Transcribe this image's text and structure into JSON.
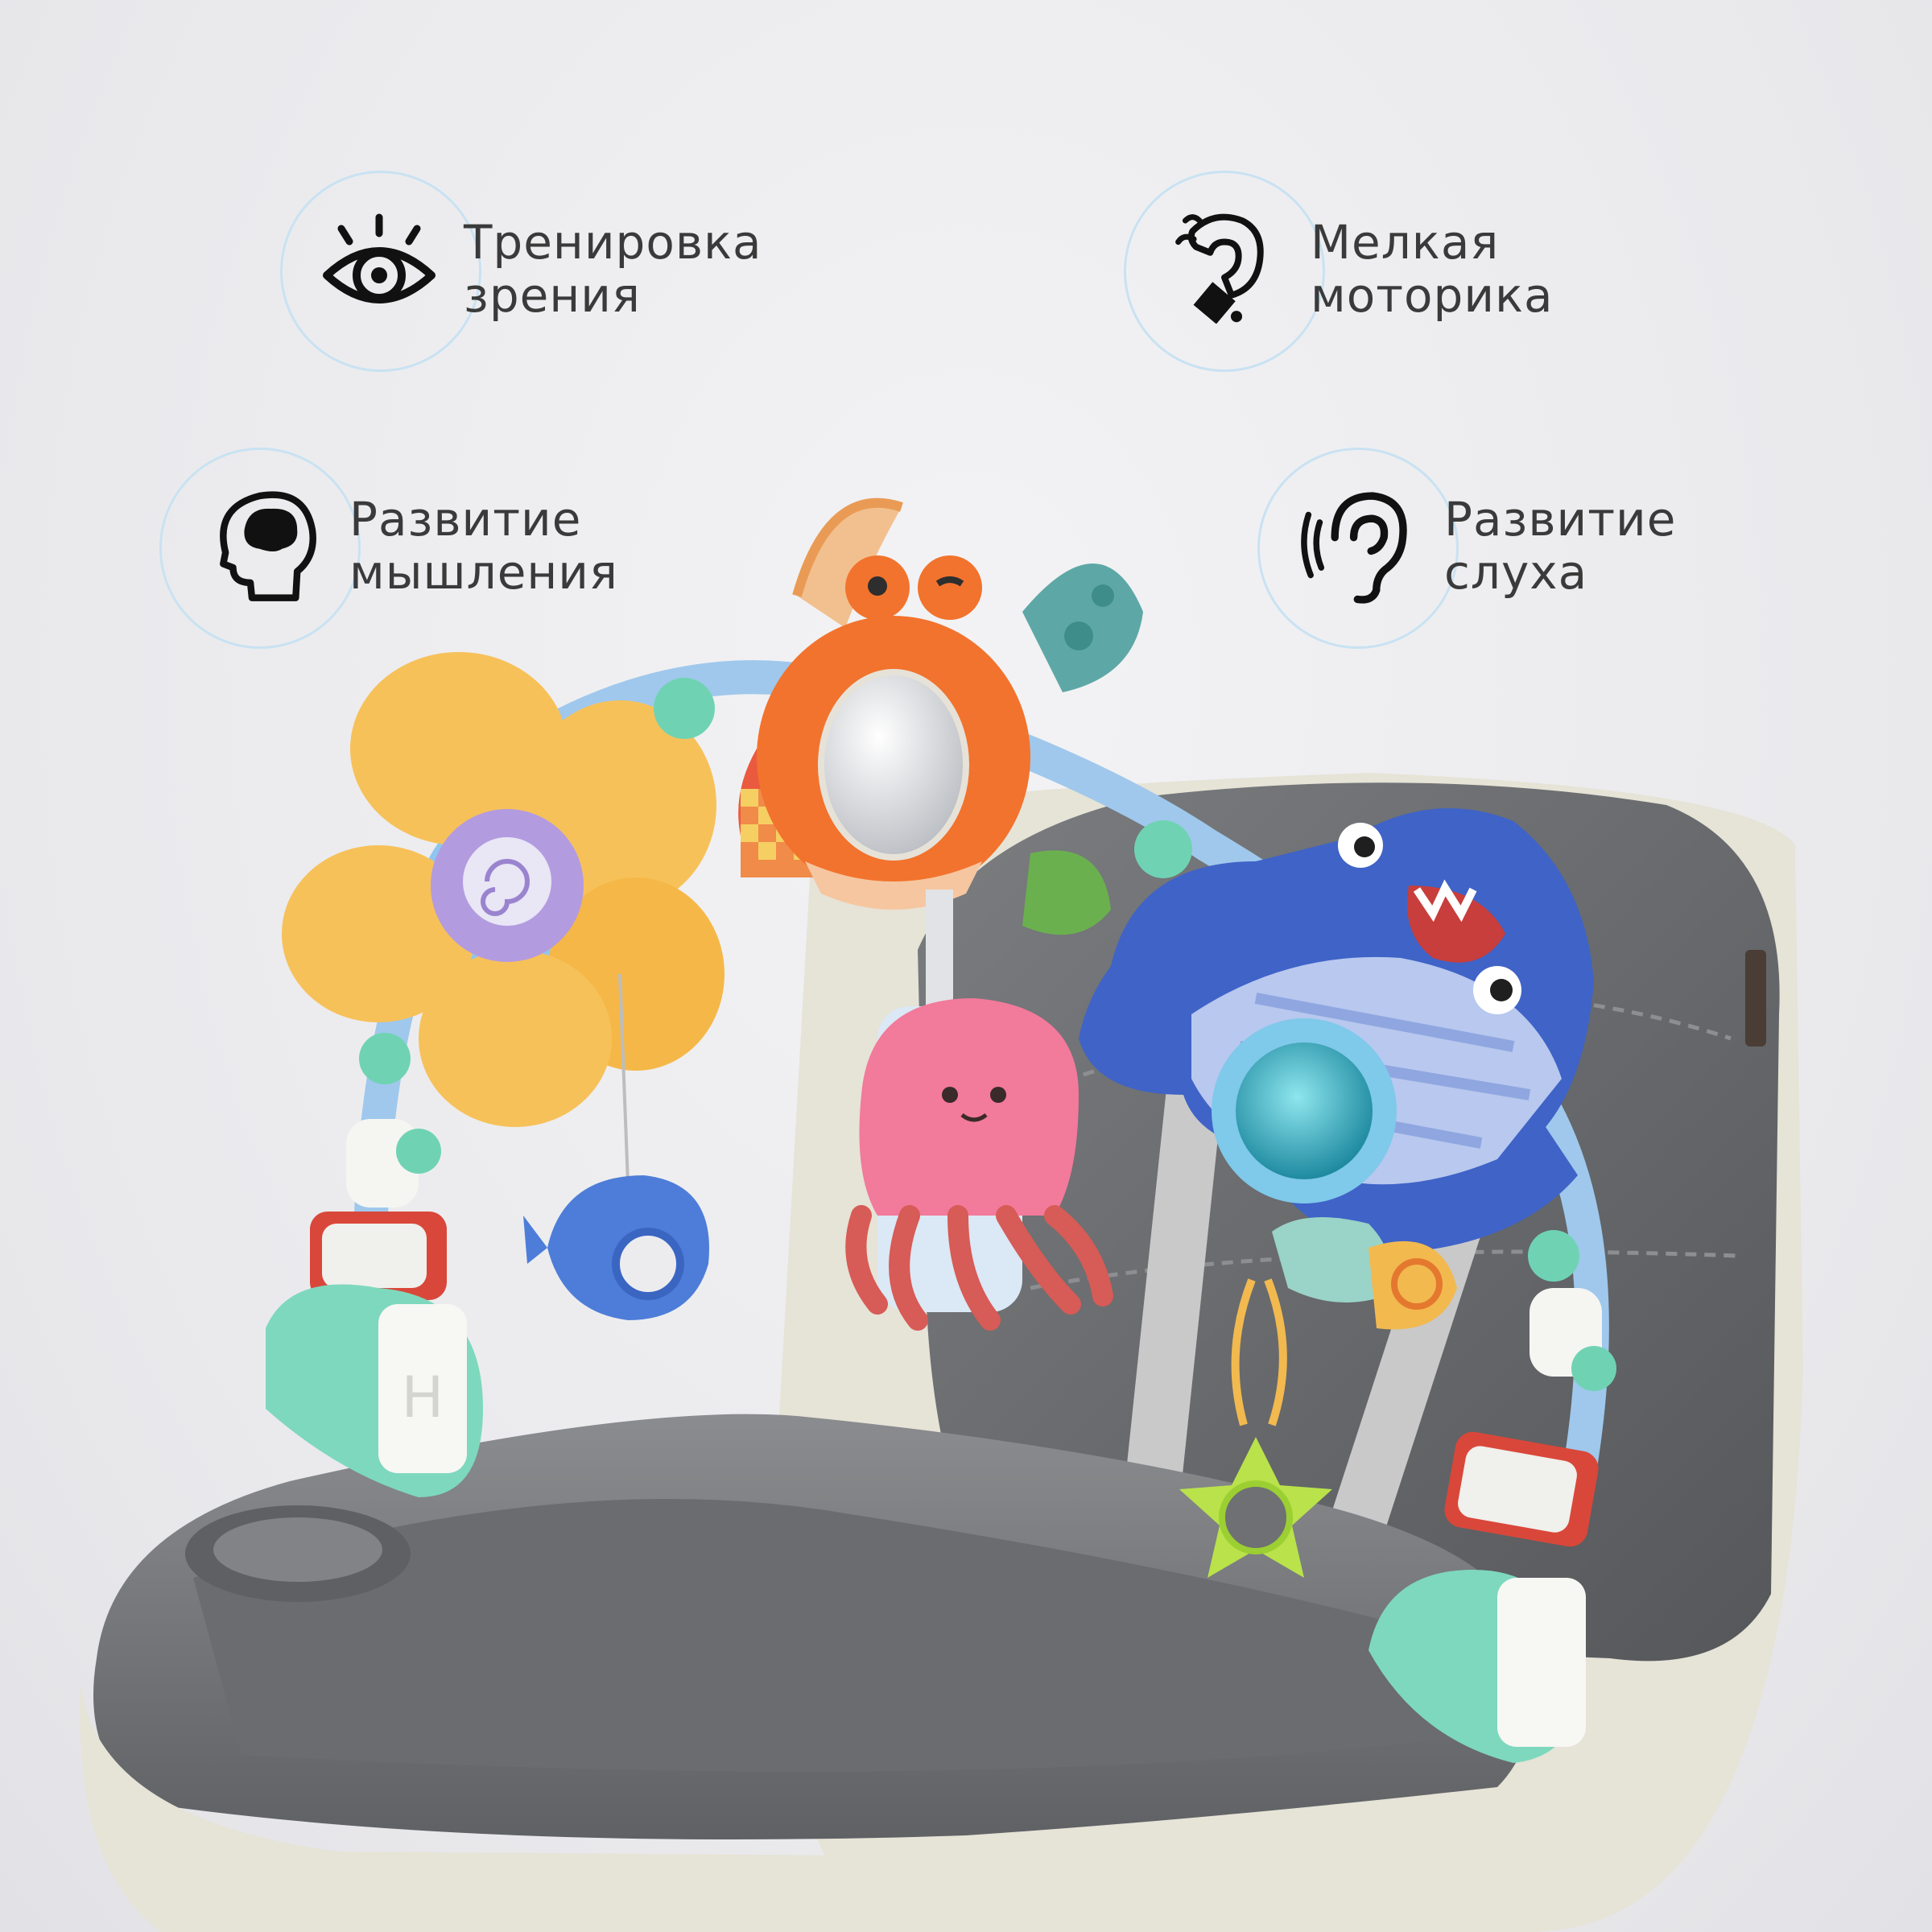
{
  "features": [
    {
      "id": "vision",
      "line1": "Тренировка",
      "line2": "зрения",
      "icon": "eye-icon"
    },
    {
      "id": "motor",
      "line1": "Мелкая",
      "line2": "моторика",
      "icon": "hand-puzzle-icon"
    },
    {
      "id": "thinking",
      "line1": "Развитие",
      "line2": "мышления",
      "icon": "head-brain-icon"
    },
    {
      "id": "hearing",
      "line1": "Развитие",
      "line2": "слуха",
      "icon": "ear-icon"
    }
  ],
  "colors": {
    "text": "#3a3a3a",
    "ring": "#c9e2f2",
    "seat": "#6d6f72",
    "tray": "#77797c",
    "chair_frame": "#e4e2d6",
    "flower": "#f7c15a",
    "crab": "#f2732d",
    "shark": "#3f63c7",
    "accent_mint": "#6fd3b3",
    "accent_red": "#d9473a"
  },
  "scene": {
    "description_objects": [
      "highchair",
      "activity-arch",
      "flower-spinner",
      "crab-mirror",
      "shark-rattle",
      "octopus-plush",
      "whale-teether",
      "star-teether"
    ]
  }
}
